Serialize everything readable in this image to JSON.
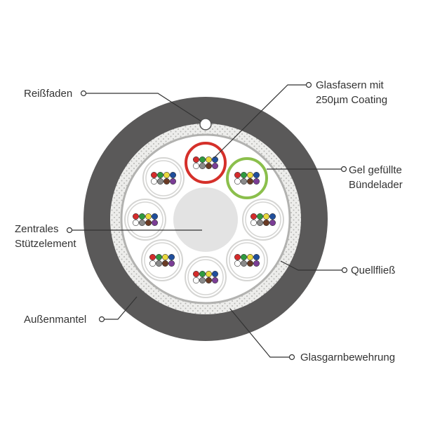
{
  "labels": {
    "reissfaden": "Reißfaden",
    "glasfasern_line1": "Glasfasern mit",
    "glasfasern_line2": "250µm Coating",
    "gel_line1": "Gel gefüllte",
    "gel_line2": "Bündelader",
    "zentrales_line1": "Zentrales",
    "zentrales_line2": "Stützelement",
    "quellfliess": "Quellfließ",
    "aussenmantel": "Außenmantel",
    "glasgarn": "Glasgarnbewehrung"
  },
  "colors": {
    "outer_jacket": "#5a5959",
    "armoring_fill": "#ededeb",
    "armoring_dots": "#b7b7b4",
    "inner_core": "#ffffff",
    "central_member": "#e3e3e3",
    "tube_border": "#d5d5d3",
    "highlight_red": "#d5302a",
    "highlight_green": "#8bbf4c",
    "leader_line": "#333333"
  },
  "fiber_colors": [
    [
      "#d42b2b",
      "#2e9a3f",
      "#e9d83c",
      "#1f4e9c"
    ],
    [
      "#ffffff",
      "#8a8a8a",
      "#6a3a24",
      "#7b3d96"
    ]
  ]
}
